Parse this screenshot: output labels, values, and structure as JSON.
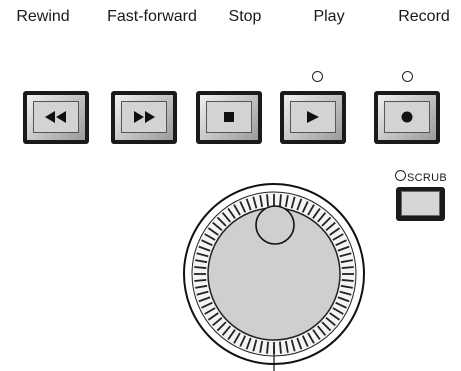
{
  "labels": {
    "rewind": "Rewind",
    "fast_forward": "Fast-forward",
    "stop": "Stop",
    "play": "Play",
    "record": "Record",
    "scrub": "SCRUB"
  },
  "icons": {
    "rewind": "double-left-triangle",
    "fast_forward": "double-right-triangle",
    "stop": "filled-square",
    "play": "right-triangle",
    "record": "filled-circle",
    "led": "indicator-ring",
    "jog_wheel": "knurled-dial"
  },
  "colors": {
    "button_body": "#1a1a1a",
    "button_face": "#d3d3d3",
    "wheel_face": "#cfcfcf"
  }
}
